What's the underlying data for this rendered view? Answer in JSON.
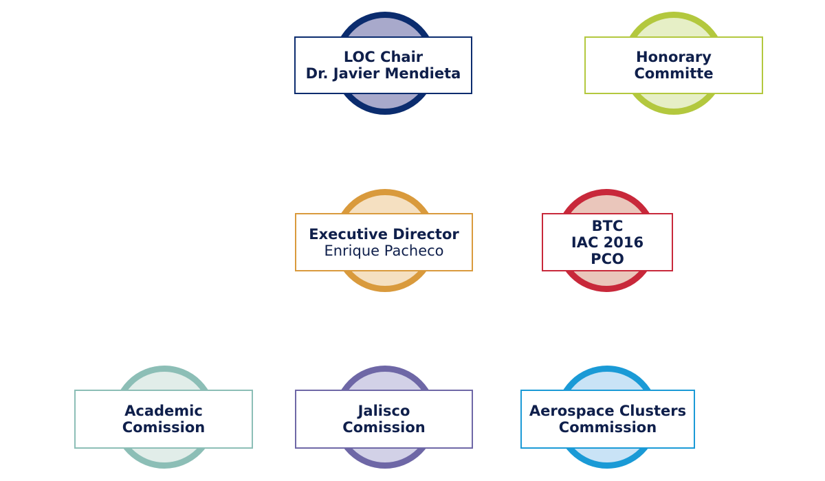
{
  "diagram": {
    "nodes": [
      {
        "id": "loc-chair",
        "lines": [
          "LOC Chair",
          "Dr. Javier Mendieta"
        ],
        "bold": [
          true,
          true
        ],
        "ring_color": "#0b2c6e",
        "fill_color": "#a8a9cb",
        "border_color": "#0b2c6e"
      },
      {
        "id": "honorary-committe",
        "lines": [
          "Honorary",
          "Committe"
        ],
        "bold": [
          true,
          true
        ],
        "ring_color": "#b3c83e",
        "fill_color": "#e6efc6",
        "border_color": "#b3c83e"
      },
      {
        "id": "executive-director",
        "lines": [
          "Executive Director",
          "Enrique Pacheco"
        ],
        "bold": [
          true,
          false
        ],
        "ring_color": "#d99a3c",
        "fill_color": "#f5e0c1",
        "border_color": "#d99a3c"
      },
      {
        "id": "btc",
        "lines": [
          "BTC",
          "IAC 2016",
          "PCO"
        ],
        "bold": [
          true,
          true,
          true
        ],
        "ring_color": "#c8283a",
        "fill_color": "#eac6bb",
        "border_color": "#c8283a"
      },
      {
        "id": "academic-comission",
        "lines": [
          "Academic",
          "Comission"
        ],
        "bold": [
          true,
          true
        ],
        "ring_color": "#8cbeb6",
        "fill_color": "#e1ede9",
        "border_color": "#8cbeb6"
      },
      {
        "id": "jalisco-comission",
        "lines": [
          "Jalisco",
          "Comission"
        ],
        "bold": [
          true,
          true
        ],
        "ring_color": "#6e67a6",
        "fill_color": "#d2d1e7",
        "border_color": "#6e67a6"
      },
      {
        "id": "aerospace-clusters-commission",
        "lines": [
          "Aerospace Clusters",
          "Commission"
        ],
        "bold": [
          true,
          true
        ],
        "ring_color": "#1a9ad6",
        "fill_color": "#c9e3f6",
        "border_color": "#1a9ad6"
      }
    ],
    "text_color": "#0f1f4b"
  }
}
